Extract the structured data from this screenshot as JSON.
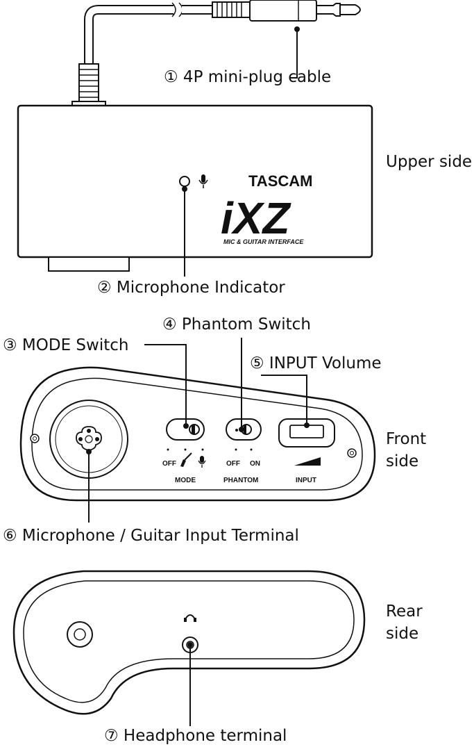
{
  "labels": {
    "upper_side": "Upper side",
    "front_side_1": "Front",
    "front_side_2": "side",
    "rear_side_1": "Rear",
    "rear_side_2": "side"
  },
  "callouts": {
    "c1": "① 4P mini-plug cable",
    "c2": "② Microphone Indicator",
    "c3": "③ MODE Switch",
    "c4": "④ Phantom Switch",
    "c5": "⑤ INPUT Volume",
    "c6": "⑥ Microphone / Guitar Input Terminal",
    "c7": "⑦ Headphone terminal"
  },
  "device": {
    "brand": "TASCAM",
    "model": "iXZ",
    "subtitle": "MIC & GUITAR INTERFACE"
  },
  "front_panel": {
    "mode_label": "MODE",
    "mode_off": "OFF",
    "phantom_label": "PHANTOM",
    "phantom_off": "OFF",
    "phantom_on": "ON",
    "input_label": "INPUT"
  },
  "icons": {
    "mic": "microphone-icon",
    "guitar": "guitar-icon",
    "headphone": "headphone-icon"
  }
}
